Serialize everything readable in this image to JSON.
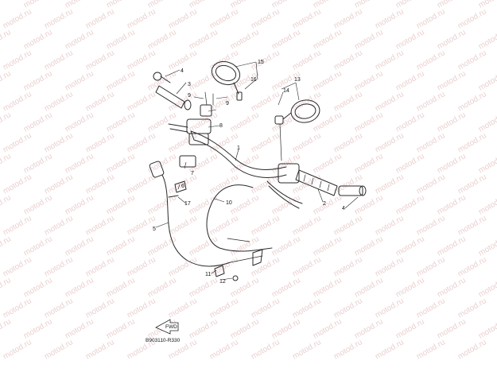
{
  "watermark": "motod.ru",
  "diagram_code": "B903110-R330",
  "fwd_badge": "FWD",
  "callouts": {
    "c1": "1",
    "c2": "2",
    "c3": "3",
    "c4a": "4",
    "c4b": "4",
    "c5": "5",
    "c6": "6",
    "c7": "7",
    "c8": "8",
    "c9a": "9",
    "c9b": "9",
    "c10": "10",
    "c11": "11",
    "c12": "12",
    "c13": "13",
    "c14": "14",
    "c15": "15",
    "c16": "16",
    "c17": "17"
  }
}
